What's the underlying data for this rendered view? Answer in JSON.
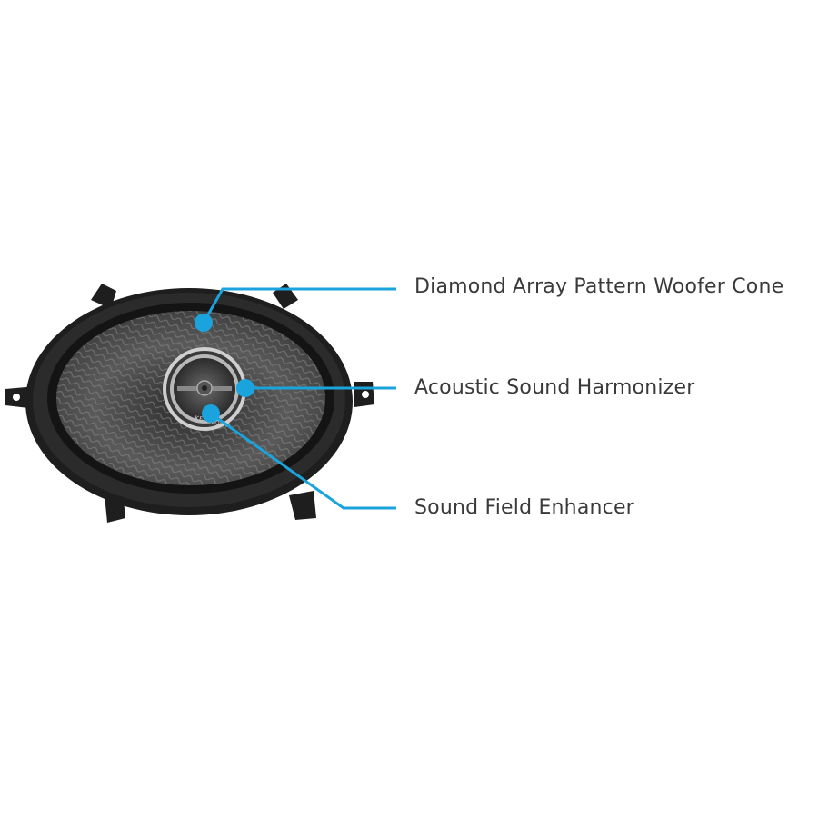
{
  "callouts": [
    {
      "label": "Diamond Array Pattern Woofer Cone"
    },
    {
      "label": "Acoustic Sound Harmonizer"
    },
    {
      "label": "Sound Field Enhancer"
    }
  ],
  "brand_logo_text": "KENWOOD",
  "colors": {
    "accent": "#1aa3dc",
    "text": "#3a3a3a",
    "frame": "#1e1e1e"
  }
}
